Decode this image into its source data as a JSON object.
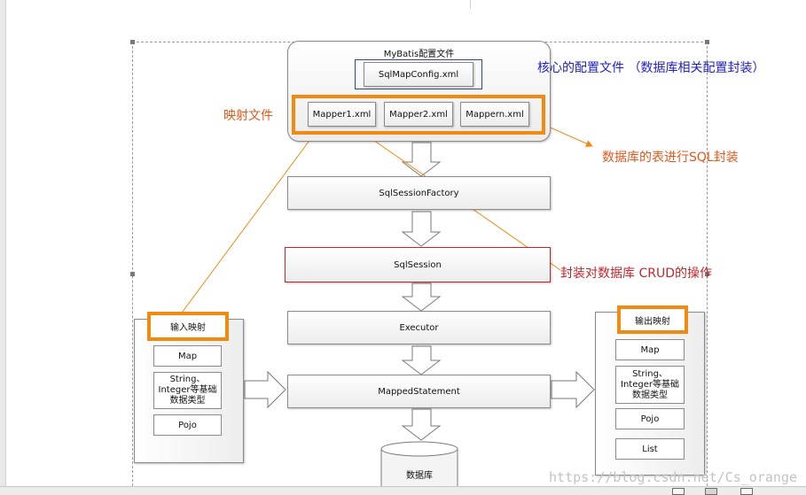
{
  "diagram": {
    "config_title": "MyBatis配置文件",
    "sqlmapconfig": "SqlMapConfig.xml",
    "mappers": [
      "Mapper1.xml",
      "Mapper2.xml",
      "Mappern.xml"
    ],
    "factory": "SqlSessionFactory",
    "session": "SqlSession",
    "executor": "Executor",
    "mapped_statement": "MappedStatement",
    "database": "数据库",
    "input_panel": {
      "title": "输入映射",
      "items": [
        "Map",
        "String、",
        "Integer等基础",
        "数据类型",
        "Pojo"
      ]
    },
    "output_panel": {
      "title": "输出映射",
      "items": [
        "Map",
        "String、",
        "Integer等基础",
        "数据类型",
        "Pojo",
        "List"
      ]
    }
  },
  "annotations": {
    "core_config": "核心的配置文件 （数据库相关配置封装）",
    "mapping_file": "映射文件",
    "table_sql": "数据库的表进行SQL封装",
    "crud": "封装对数据库 CRUD的操作"
  },
  "colors": {
    "orange": "#f08a10",
    "blue": "#1f1fc8",
    "red": "#c0272d"
  },
  "watermark": "https://blog.csdn.net/Cs_orange"
}
